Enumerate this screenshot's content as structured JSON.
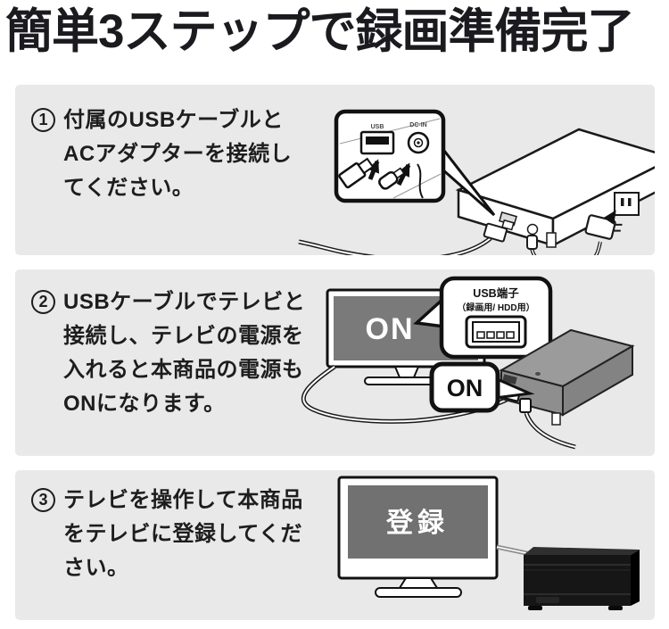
{
  "title": "簡単3ステップで録画準備完了",
  "colors": {
    "panel_background": "#e9e9e9",
    "title_text": "#1b1b1f",
    "body_text": "#1d1d1d",
    "tv_screen_gray": "#7a7a7a",
    "line_art_stroke": "#111111"
  },
  "steps": [
    {
      "number": "1",
      "lines": [
        "付属のUSBケーブルと",
        "ACアダプターを接続し",
        "てください。"
      ],
      "illustration": {
        "usb_port_label": "USB",
        "dc_port_label": "DC-IN"
      }
    },
    {
      "number": "2",
      "lines": [
        "USBケーブルでテレビと",
        "接続し、テレビの電源を",
        "入れると本商品の電源も",
        "ONになります。"
      ],
      "illustration": {
        "tv_screen_label": "ON",
        "usb_callout_title": "USB端子",
        "usb_callout_sub": "（録画用/ HDD用）",
        "hdd_bubble_label": "ON"
      }
    },
    {
      "number": "3",
      "lines": [
        "テレビを操作して本商品",
        "をテレビに登録してくだ",
        "さい。"
      ],
      "illustration": {
        "tv_screen_label": "登録"
      }
    }
  ]
}
